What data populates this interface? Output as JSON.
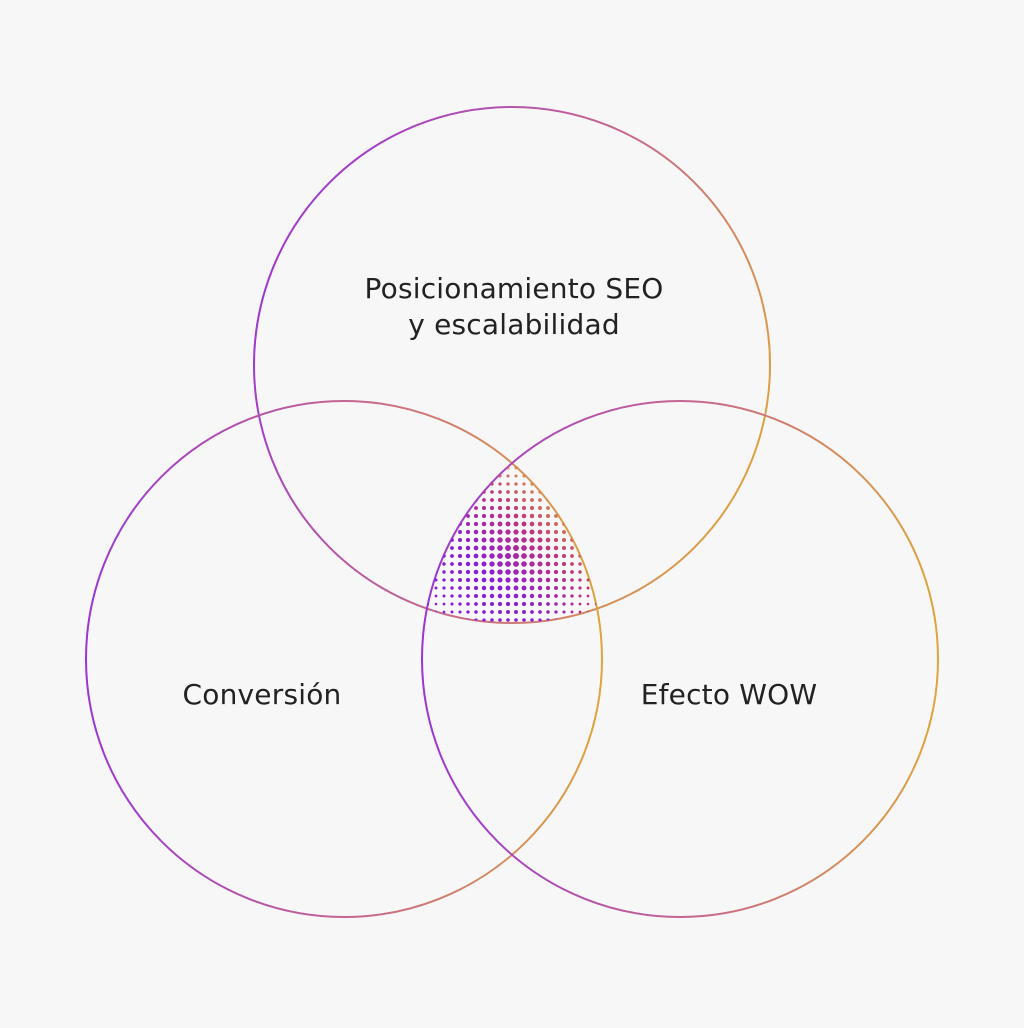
{
  "diagram": {
    "circles": [
      {
        "id": "top",
        "label_lines": [
          "Posicionamiento SEO",
          "y escalabilidad"
        ]
      },
      {
        "id": "left",
        "label_lines": [
          "Conversión"
        ]
      },
      {
        "id": "right",
        "label_lines": [
          "Efecto WOW"
        ]
      }
    ]
  },
  "colors": {
    "background": "#f7f7f7",
    "text": "#222222",
    "stroke_purple": "#9b35d6",
    "stroke_orange": "#e0a53a",
    "dot_purple": "#8a1ed8",
    "dot_magenta": "#c2327a",
    "dot_yellow": "#e8c23a"
  }
}
